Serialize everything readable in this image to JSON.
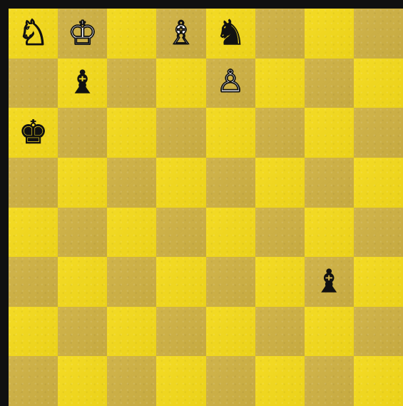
{
  "board": {
    "rows": 8,
    "cols": 8,
    "top_left_color": "light",
    "pieces": [
      {
        "square": "a8",
        "type": "knight",
        "color": "white",
        "glyph": "♘",
        "name": "white-knight-icon"
      },
      {
        "square": "b8",
        "type": "king",
        "color": "white",
        "glyph": "♔",
        "name": "white-king-icon"
      },
      {
        "square": "d8",
        "type": "bishop",
        "color": "white",
        "glyph": "♗",
        "name": "white-bishop-icon"
      },
      {
        "square": "e8",
        "type": "knight",
        "color": "black",
        "glyph": "♞",
        "name": "black-knight-icon"
      },
      {
        "square": "b7",
        "type": "bishop",
        "color": "black",
        "glyph": "♝",
        "name": "black-bishop-icon"
      },
      {
        "square": "e7",
        "type": "pawn",
        "color": "white",
        "glyph": "♙",
        "name": "white-pawn-icon"
      },
      {
        "square": "a6",
        "type": "king",
        "color": "black",
        "glyph": "♚",
        "name": "black-king-icon"
      },
      {
        "square": "g3",
        "type": "bishop",
        "color": "black",
        "glyph": "♝",
        "name": "black-bishop-icon"
      }
    ],
    "colors": {
      "light_square": "#f3d91b",
      "dark_square": "#cdb043",
      "border": "#101010"
    }
  }
}
